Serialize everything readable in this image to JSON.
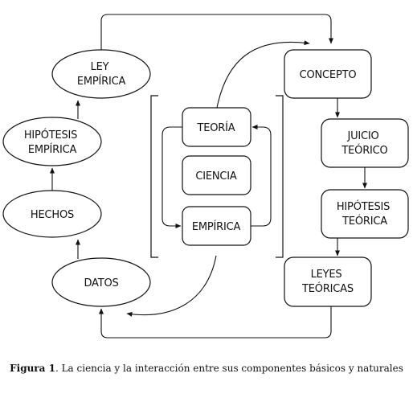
{
  "nodes": {
    "ley_empirica": [
      "LEY",
      "EMPÍRICA"
    ],
    "hipotesis_empirica": [
      "HIPÓTESIS",
      "EMPÍRICA"
    ],
    "hechos": [
      "HECHOS"
    ],
    "datos": [
      "DATOS"
    ],
    "teoria": [
      "TEORÍA"
    ],
    "ciencia": [
      "CIENCIA"
    ],
    "empirica": [
      "EMPÍRICA"
    ],
    "concepto": [
      "CONCEPTO"
    ],
    "juicio_teorico": [
      "JUICIO",
      "TEÓRICO"
    ],
    "hipotesis_teorica": [
      "HIPÓTESIS",
      "TEÓRICA"
    ],
    "leyes_teoricas": [
      "LEYES",
      "TEÓRICAS"
    ]
  },
  "caption": {
    "label": "Figura 1",
    "text": ". La ciencia y la interacción entre sus componentes básicos y naturales"
  }
}
